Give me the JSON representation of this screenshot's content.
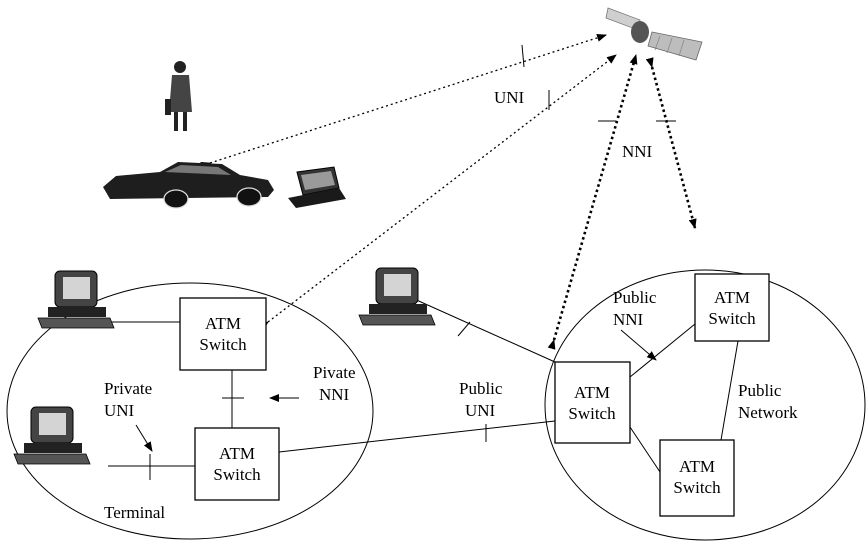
{
  "labels": {
    "uni": "UNI",
    "nni": "NNI",
    "atm_switch_line1": "ATM",
    "atm_switch_line2": "Switch",
    "pivate_nni_line1": "Pivate",
    "pivate_nni_line2": "NNI",
    "private_uni_line1": "Private",
    "private_uni_line2": "UNI",
    "public_uni_line1": "Public",
    "public_uni_line2": "UNI",
    "public_nni_line1": "Public",
    "public_nni_line2": "NNI",
    "public_network_line1": "Public",
    "public_network_line2": "Network",
    "terminal": "Terminal"
  }
}
